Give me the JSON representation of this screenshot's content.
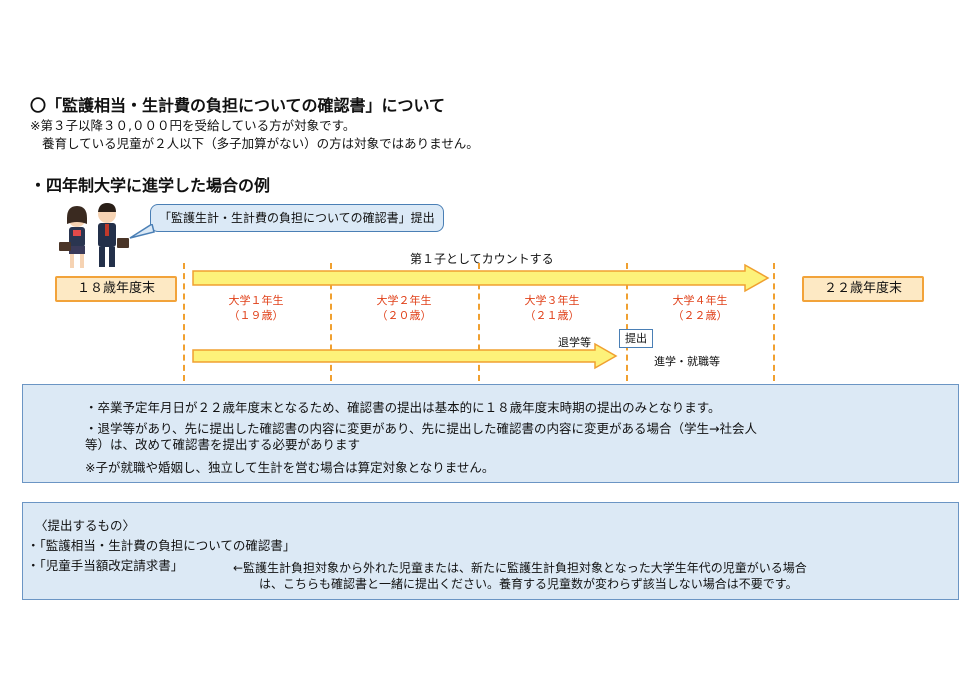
{
  "header": {
    "title": "〇「監護相当・生計費の負担についての確認書」について",
    "note1": "※第３子以降３０,０００円を受給している方が対象です。",
    "note2": "養育している児童が２人以下（多子加算がない）の方は対象ではありません。"
  },
  "section": {
    "subtitle": "・四年制大学に進学した場合の例"
  },
  "diagram": {
    "bubble": "「監護生計・生計費の負担についての確認書」提出",
    "count_label": "第１子としてカウントする",
    "start_age": "１８歳年度末",
    "end_age": "２２歳年度末",
    "years": [
      {
        "grade": "大学１年生",
        "age": "（１９歳）"
      },
      {
        "grade": "大学２年生",
        "age": "（２０歳）"
      },
      {
        "grade": "大学３年生",
        "age": "（２１歳）"
      },
      {
        "grade": "大学４年生",
        "age": "（２２歳）"
      }
    ],
    "withdraw_label": "退学等",
    "submit_label": "提出",
    "employment_label": "進学・就職等",
    "colors": {
      "arrow_fill": "#fdf27a",
      "arrow_stroke": "#f0a030",
      "year_text": "#e0411a"
    }
  },
  "info_box": {
    "line1": "・卒業予定年月日が２２歳年度末となるため、確認書の提出は基本的に１８歳年度末時期の提出のみとなります。",
    "line2a": "・退学等があり、先に提出した確認書の内容に変更があり、先に提出した確認書の内容に変更がある場合（学生→社会人",
    "line2b": "等）は、改めて確認書を提出する必要があります",
    "line3": "※子が就職や婚姻し、独立して生計を営む場合は算定対象となりません。"
  },
  "submit_box": {
    "heading": "〈提出するもの〉",
    "item1": "・「監護相当・生計費の負担についての確認書」",
    "item2": "・「児童手当額改定請求書」",
    "note1": "←監護生計負担対象から外れた児童または、新たに監護生計負担対象となった大学生年代の児童がいる場合",
    "note2": "は、こちらも確認書と一緒に提出ください。養育する児童数が変わらず該当しない場合は不要です。"
  }
}
